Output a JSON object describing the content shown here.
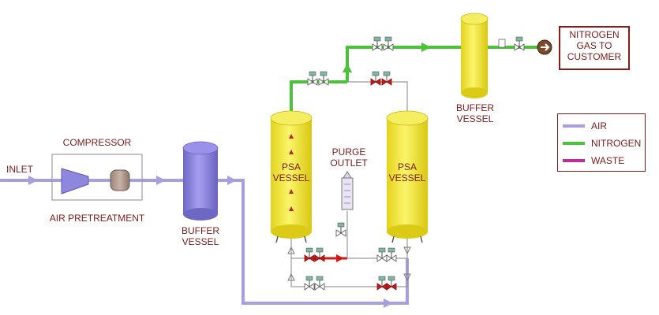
{
  "labels": {
    "inlet": "INLET",
    "compressor": "COMPRESSOR",
    "air_pretreatment": "AIR PRETREATMENT",
    "buffer_vessel_1": [
      "BUFFER",
      "VESSEL"
    ],
    "psa_vessel_left": [
      "PSA",
      "VESSEL"
    ],
    "psa_vessel_right": [
      "PSA",
      "VESSEL"
    ],
    "purge_outlet": [
      "PURGE",
      "OUTLET"
    ],
    "buffer_vessel_2": [
      "BUFFER",
      "VESSEL"
    ],
    "customer": [
      "NITROGEN",
      "GAS TO",
      "CUSTOMER"
    ]
  },
  "legend": [
    {
      "label": "AIR",
      "color": "#a89fe0"
    },
    {
      "label": "NITROGEN",
      "color": "#4cc23a"
    },
    {
      "label": "WASTE",
      "color": "#b8309a"
    }
  ],
  "colors": {
    "air": "#a89fe0",
    "nitrogen": "#4cc23a",
    "waste": "#b8309a",
    "vessel_yellow": "#f2ea3a",
    "vessel_purple": "#8f86dd",
    "text": "#7a1a1a",
    "valve_red": "#d01818"
  },
  "icons": [
    "valve-icon",
    "arrow-right-icon",
    "compressor-icon",
    "filter-icon"
  ]
}
